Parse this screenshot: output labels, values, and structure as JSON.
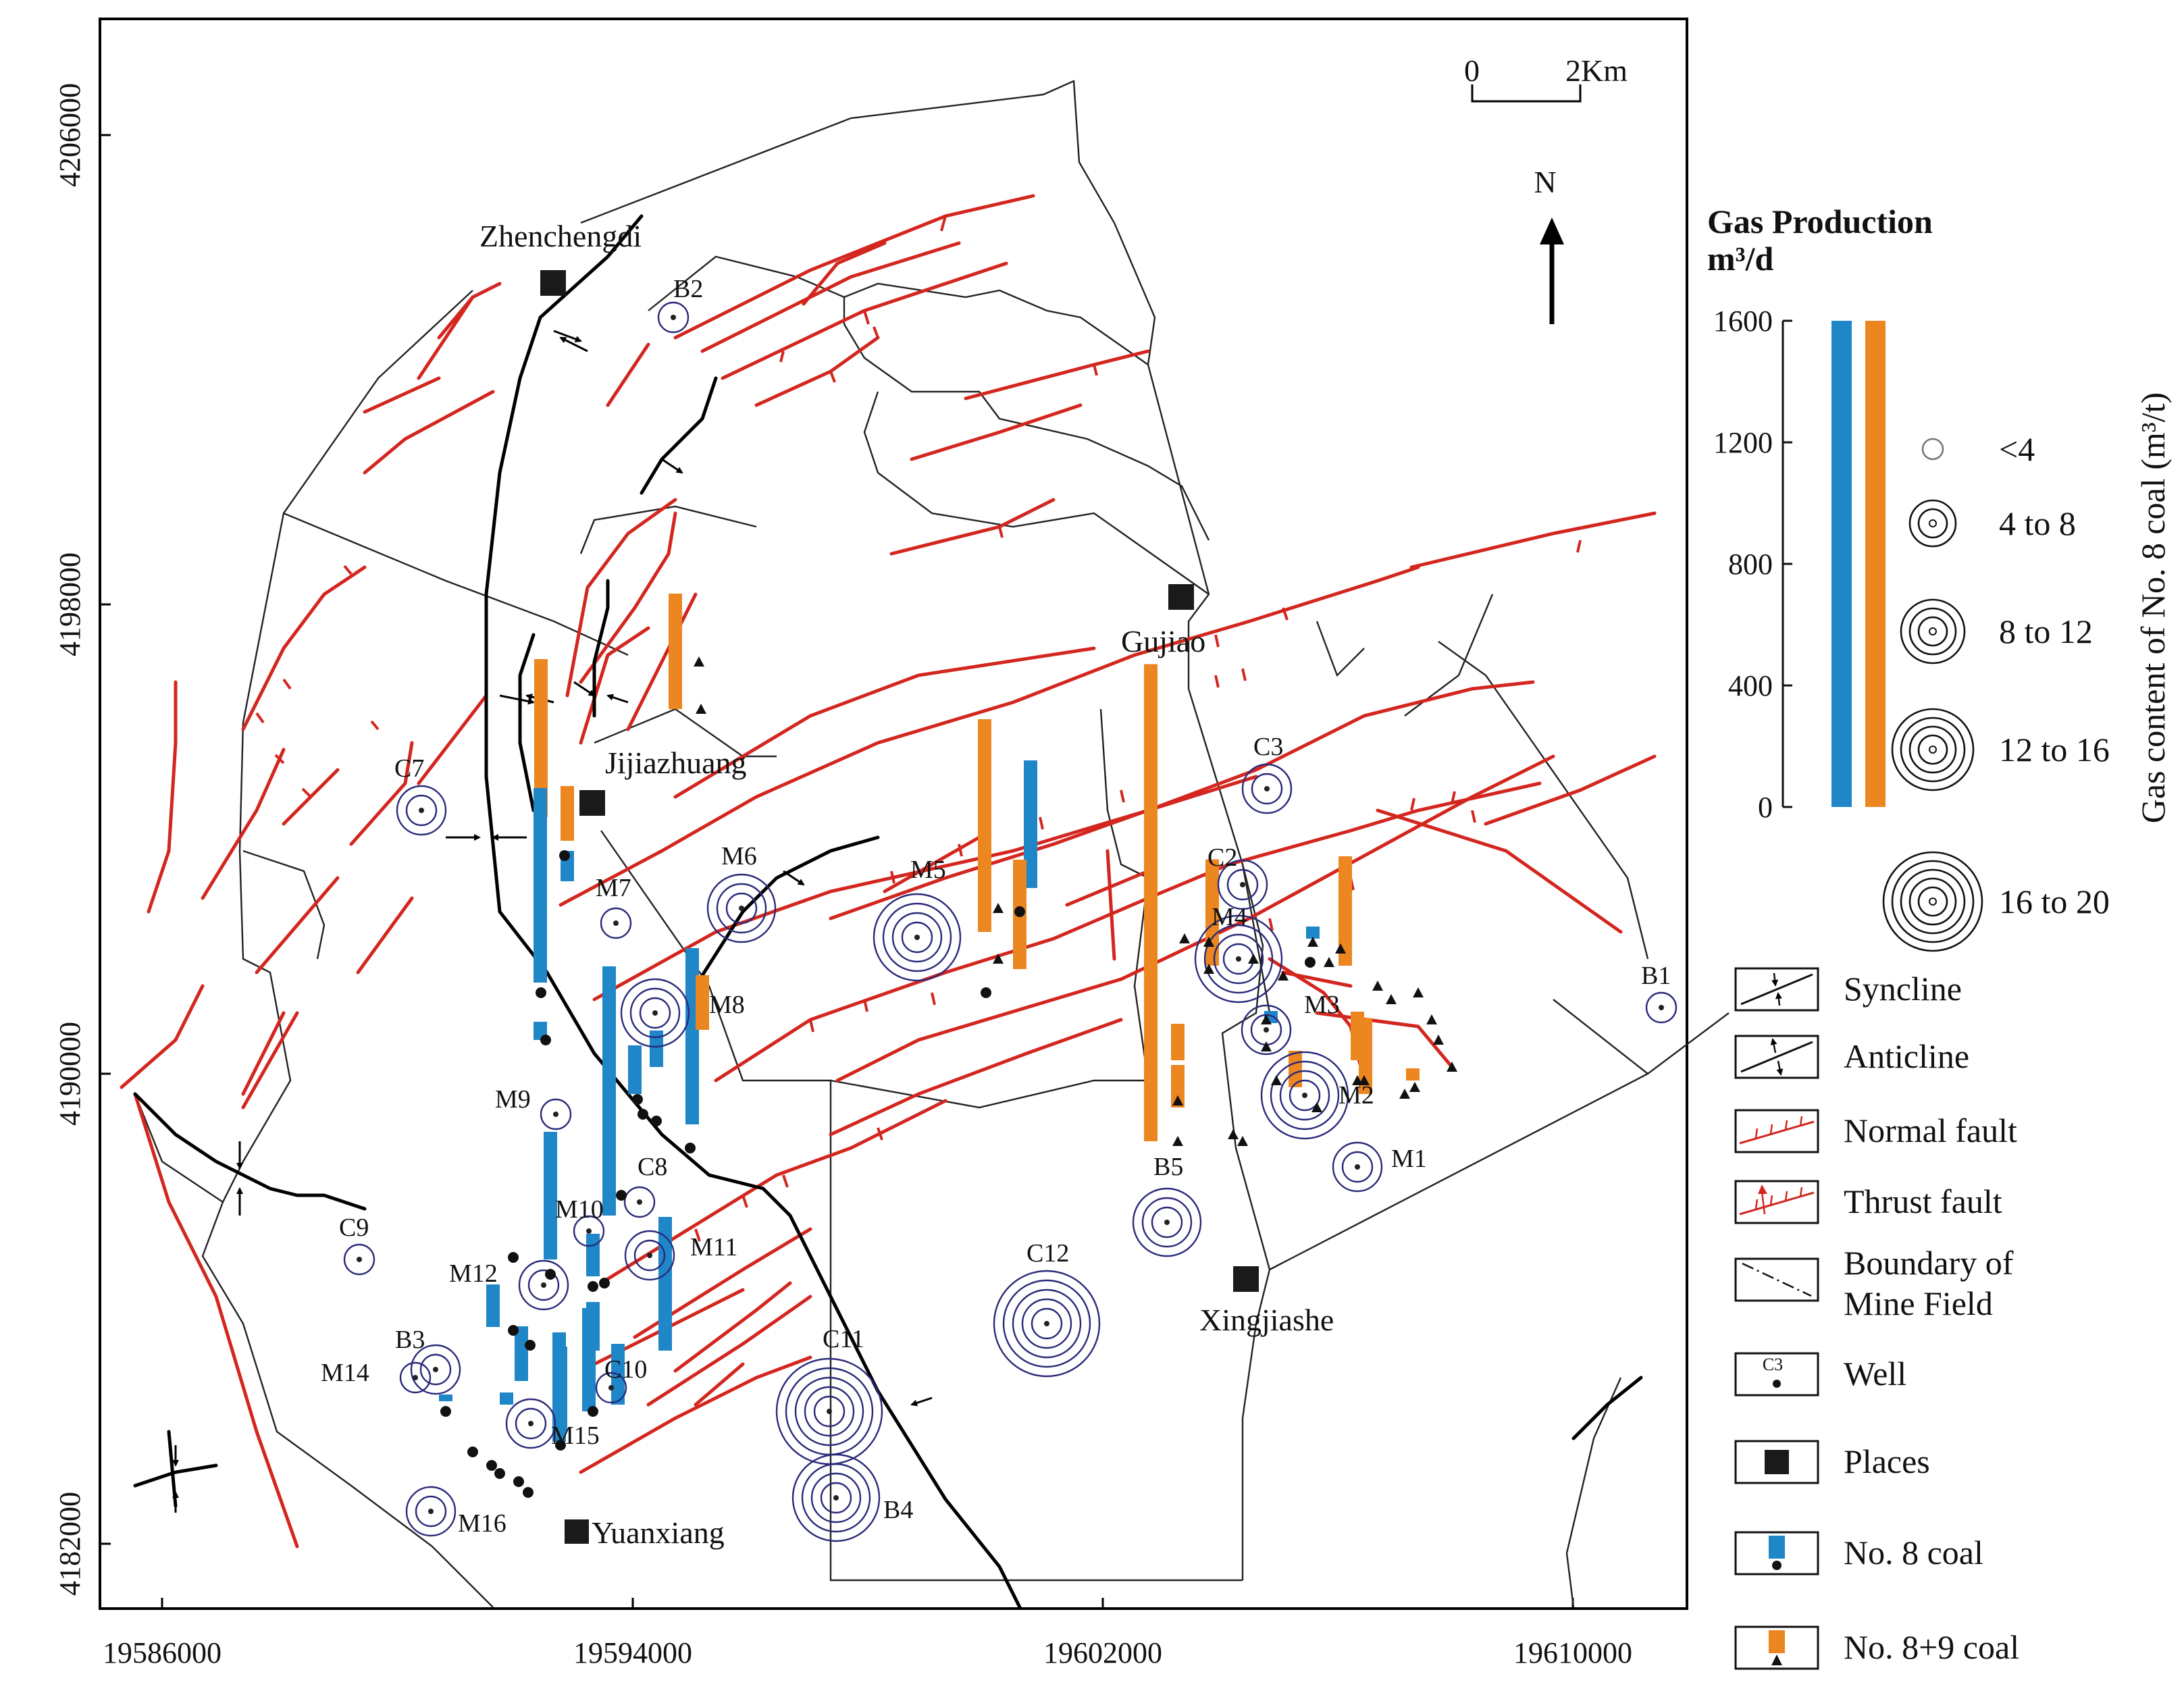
{
  "map": {
    "x_ticks": [
      "19586000",
      "19594000",
      "19602000",
      "19610000"
    ],
    "y_ticks": [
      "4206000",
      "4198000",
      "4190000",
      "4182000"
    ],
    "scale_bar": {
      "start": "0",
      "end": "2Km"
    },
    "north_label": "N",
    "places": [
      {
        "name": "Zhenchengdi"
      },
      {
        "name": "Jijiazhuang"
      },
      {
        "name": "Gujiao"
      },
      {
        "name": "Xingjiashe"
      },
      {
        "name": "Yuanxiang"
      }
    ],
    "wells": [
      {
        "label": "B2",
        "gas_class": "<4"
      },
      {
        "label": "C7",
        "gas_class": "4 to 8"
      },
      {
        "label": "M7",
        "gas_class": "<4"
      },
      {
        "label": "M6",
        "gas_class": "8 to 12"
      },
      {
        "label": "M5",
        "gas_class": "12 to 16"
      },
      {
        "label": "C3",
        "gas_class": "4 to 8"
      },
      {
        "label": "C2",
        "gas_class": "4 to 8"
      },
      {
        "label": "M4",
        "gas_class": "12 to 16"
      },
      {
        "label": "B1",
        "gas_class": "<4"
      },
      {
        "label": "M3",
        "gas_class": "4 to 8"
      },
      {
        "label": "M2",
        "gas_class": "12 to 16"
      },
      {
        "label": "M1",
        "gas_class": "4 to 8"
      },
      {
        "label": "B5",
        "gas_class": "8 to 12"
      },
      {
        "label": "M8",
        "gas_class": "8 to 12"
      },
      {
        "label": "M9",
        "gas_class": "<4"
      },
      {
        "label": "C8",
        "gas_class": "<4"
      },
      {
        "label": "M10",
        "gas_class": "<4"
      },
      {
        "label": "M11",
        "gas_class": "4 to 8"
      },
      {
        "label": "M12",
        "gas_class": "4 to 8"
      },
      {
        "label": "C9",
        "gas_class": "<4"
      },
      {
        "label": "B3",
        "gas_class": "4 to 8"
      },
      {
        "label": "M14",
        "gas_class": "<4"
      },
      {
        "label": "C10",
        "gas_class": "<4"
      },
      {
        "label": "M15",
        "gas_class": "4 to 8"
      },
      {
        "label": "C12",
        "gas_class": "16 to 20"
      },
      {
        "label": "C11",
        "gas_class": "16 to 20"
      },
      {
        "label": "B4",
        "gas_class": "12 to 16"
      },
      {
        "label": "M16",
        "gas_class": "4 to 8"
      }
    ],
    "production_bars": [
      {
        "well": "Jijiazhuang-area",
        "coal": "8+9",
        "value": 520
      },
      {
        "well": "M7-a",
        "coal": "8+9",
        "value": 380
      },
      {
        "well": "M7-b",
        "coal": "8+9",
        "value": 180
      },
      {
        "well": "M7-c",
        "coal": "8",
        "value": 100
      },
      {
        "well": "M9-a",
        "coal": "8",
        "value": 640
      },
      {
        "well": "M9-b",
        "coal": "8",
        "value": 60
      },
      {
        "well": "M8-a",
        "coal": "8",
        "value": 820
      },
      {
        "well": "M8-b",
        "coal": "8",
        "value": 160
      },
      {
        "well": "M8-c",
        "coal": "8",
        "value": 120
      },
      {
        "well": "M8-d",
        "coal": "8",
        "value": 580
      },
      {
        "well": "M8-e",
        "coal": "8+9",
        "value": 180
      },
      {
        "well": "M5-a",
        "coal": "8+9",
        "value": 700
      },
      {
        "well": "M5-b",
        "coal": "8",
        "value": 420
      },
      {
        "well": "M5-c",
        "coal": "8+9",
        "value": 360
      },
      {
        "well": "Gujiao-a",
        "coal": "8+9",
        "value": 1570
      },
      {
        "well": "C2-a",
        "coal": "8+9",
        "value": 350
      },
      {
        "well": "M3-a",
        "coal": "8",
        "value": 40
      },
      {
        "well": "M3-b",
        "coal": "8",
        "value": 40
      },
      {
        "well": "M3-c",
        "coal": "8+9",
        "value": 120
      },
      {
        "well": "M3-d",
        "coal": "8+9",
        "value": 360
      },
      {
        "well": "M3-e",
        "coal": "8+9",
        "value": 160
      },
      {
        "well": "M3-f",
        "coal": "8+9",
        "value": 250
      },
      {
        "well": "M3-g",
        "coal": "8+9",
        "value": 40
      },
      {
        "well": "B5-a",
        "coal": "8+9",
        "value": 120
      },
      {
        "well": "B5-b",
        "coal": "8+9",
        "value": 140
      },
      {
        "well": "M10-a",
        "coal": "8",
        "value": 420
      },
      {
        "well": "M10-b",
        "coal": "8",
        "value": 140
      },
      {
        "well": "M10-c",
        "coal": "8",
        "value": 160
      },
      {
        "well": "M11-a",
        "coal": "8",
        "value": 440
      },
      {
        "well": "M12-a",
        "coal": "8",
        "value": 140
      },
      {
        "well": "M12-b",
        "coal": "8",
        "value": 180
      },
      {
        "well": "M12-c",
        "coal": "8",
        "value": 280
      },
      {
        "well": "C10-a",
        "coal": "8",
        "value": 340
      },
      {
        "well": "C10-b",
        "coal": "8",
        "value": 200
      },
      {
        "well": "M15-a",
        "coal": "8",
        "value": 360
      },
      {
        "well": "M15-b",
        "coal": "8",
        "value": 40
      },
      {
        "well": "M14-a",
        "coal": "8",
        "value": 20
      }
    ]
  },
  "legend": {
    "production_title": "Gas  Production",
    "production_unit": "m³/d",
    "production_ticks": [
      "1600",
      "1200",
      "800",
      "400",
      "0"
    ],
    "gas_content_label": "Gas  content of No. 8 coal  (m³/t)",
    "circle_classes": [
      "<4",
      "4 to 8",
      "8 to 12",
      "12 to 16",
      "16 to 20"
    ],
    "symbols": [
      {
        "key": "syncline",
        "label": "Syncline"
      },
      {
        "key": "anticline",
        "label": "Anticline"
      },
      {
        "key": "normal-fault",
        "label": "Normal fault"
      },
      {
        "key": "thrust-fault",
        "label": "Thrust fault"
      },
      {
        "key": "boundary",
        "label": "Boundary of",
        "label2": "Mine Field"
      },
      {
        "key": "well",
        "label": "Well",
        "example_label": "C3"
      },
      {
        "key": "places",
        "label": "Places"
      },
      {
        "key": "no8",
        "label": "No. 8 coal"
      },
      {
        "key": "no89",
        "label": "No. 8+9 coal"
      }
    ],
    "colors": {
      "no8": "#1f86c8",
      "no89": "#ec8620",
      "fault": "#d3261f",
      "well_ring": "#2a2a7a"
    }
  }
}
